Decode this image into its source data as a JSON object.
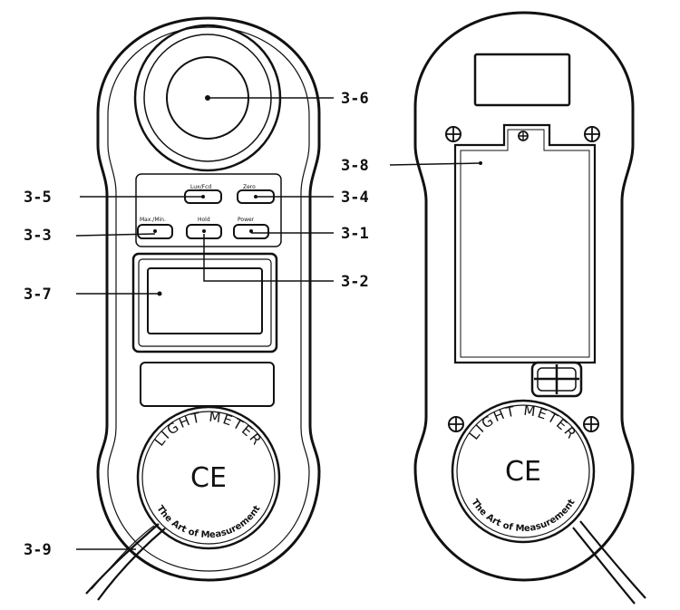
{
  "colors": {
    "ink": "#111111",
    "paper": "#ffffff",
    "shade": "#e6e6e6"
  },
  "callouts": {
    "c1": "3-1",
    "c2": "3-2",
    "c3": "3-3",
    "c4": "3-4",
    "c5": "3-5",
    "c6": "3-6",
    "c7": "3-7",
    "c8": "3-8",
    "c9": "3-9"
  },
  "front": {
    "buttons": {
      "lux_fc": "Lux/Fcd",
      "zero": "Zero",
      "max_min": "Max./Min.",
      "hold": "Hold",
      "power": "Power"
    },
    "seal_top": "LIGHT METER",
    "seal_bottom": "The Art of Measurement",
    "seal_mark": "CE"
  },
  "back": {
    "seal_top": "LIGHT METER",
    "seal_bottom": "The Art of Measurement",
    "seal_mark": "CE"
  },
  "icons": [
    "screw-icon",
    "ce-mark-icon",
    "lanyard-icon",
    "tripod-socket-icon"
  ]
}
